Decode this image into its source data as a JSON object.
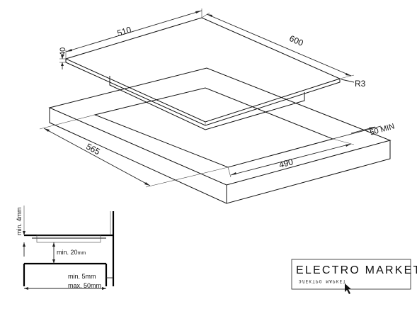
{
  "hob_dimensions": {
    "width": "510",
    "depth": "600",
    "height": "40",
    "radius": "R3"
  },
  "cutout_dimensions": {
    "width": "565",
    "depth": "490",
    "min_edge": "50 MIN"
  },
  "section_detail": {
    "min4": "min. 4mm",
    "min20_prefix": "min. 20",
    "min20_unit": "mm",
    "min5": "min. 5mm",
    "max50": "max. 50mm"
  },
  "logo": {
    "title": "ELECTRO MARKET",
    "subtitle": "ЭЛЕКТРО МАРКЕТ"
  }
}
